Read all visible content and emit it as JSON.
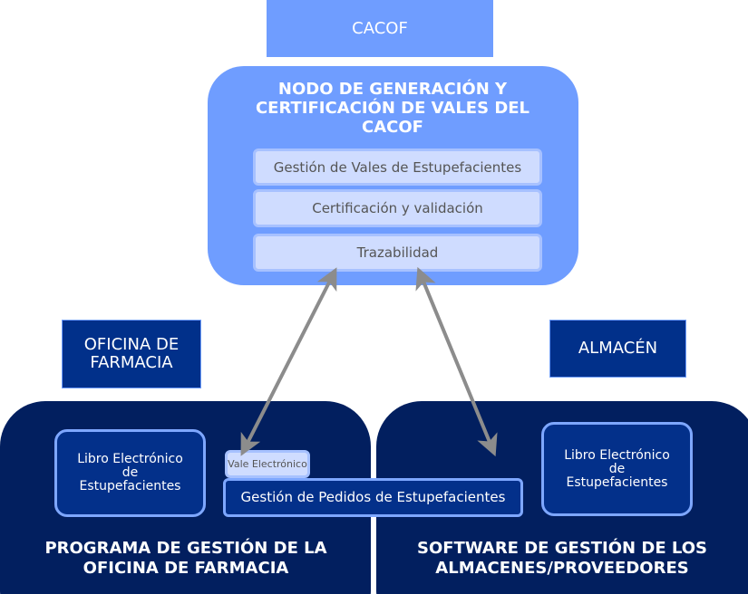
{
  "cacof_label": "CACOF",
  "node": {
    "title": "NODO DE GENERACIÓN Y CERTIFICACIÓN DE VALES DEL CACOF",
    "items": [
      "Gestión de Vales de Estupefacientes",
      "Certificación y validación",
      "Trazabilidad"
    ]
  },
  "oficina_label": "OFICINA DE FARMACIA",
  "almacen_label": "ALMACÉN",
  "left_panel": {
    "libro": "Libro Electrónico de Estupefacientes",
    "vale": "Vale Electrónico",
    "pedidos": "Gestión de Pedidos de Estupefacientes",
    "title": "PROGRAMA DE GESTIÓN DE LA OFICINA DE FARMACIA"
  },
  "right_panel": {
    "libro": "Libro Electrónico de Estupefacientes",
    "title": "SOFTWARE DE GESTIÓN DE LOS ALMACENES/PROVEEDORES"
  },
  "colors": {
    "light_blue": "#6f9dff",
    "pale_blue": "#cfdcff",
    "navy": "#021f5f",
    "mid_navy": "#03308a",
    "arrow": "#8c8c8c"
  }
}
